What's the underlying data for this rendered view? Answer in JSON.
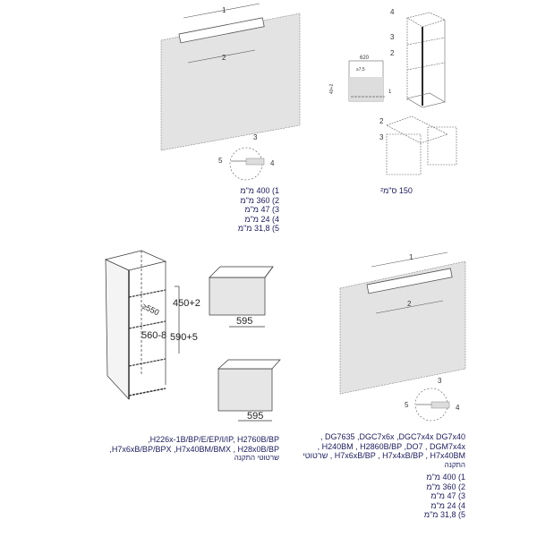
{
  "top_left": {
    "callouts": [
      "1",
      "2",
      "3",
      "4",
      "5"
    ],
    "dimensions": [
      "1) 400 מ\"מ",
      "2) 360 מ\"מ",
      "3) 47 מ\"מ",
      "4) 24 מ\"מ",
      "5) 31,8 מ\"מ"
    ]
  },
  "top_right": {
    "callouts": [
      "4",
      "3",
      "2",
      "1"
    ],
    "inset_labels": [
      "620",
      "≥7,5",
      "40+2",
      "1"
    ],
    "caption": "150 ס\"מ²"
  },
  "bottom_left": {
    "dimensions": {
      "height_upper": "450+2",
      "height_lower": "590+5",
      "depth": "≥550",
      "width": "560-8",
      "front_width_1": "595",
      "front_width_2": "595"
    },
    "models": [
      ",H226x-1B/BP/E/EP/I/IP, H2760B/BP",
      ",H7x6xB/BP/BPX ,H7x40BM/BMX , H28x0B/BP"
    ],
    "caption": "שרטוטי התקנה"
  },
  "bottom_right": {
    "callouts": [
      "1",
      "2",
      "3",
      "4",
      "5"
    ],
    "models": [
      ", DG7635 ,DGC7x6x ,DGC7x4x  DG7x40",
      ", H240BM , H2860B/BP ,DO7 , DGM7x4x",
      "שרטוטי , H7x6xB/BP , H7x4xB/BP , H7x40BM"
    ],
    "caption": "התקנה",
    "dimensions": [
      "1) 400 מ\"מ",
      "2) 360 מ\"מ",
      "3) 47 מ\"מ",
      "4) 24 מ\"מ",
      "5) 31,8 מ\"מ"
    ]
  }
}
